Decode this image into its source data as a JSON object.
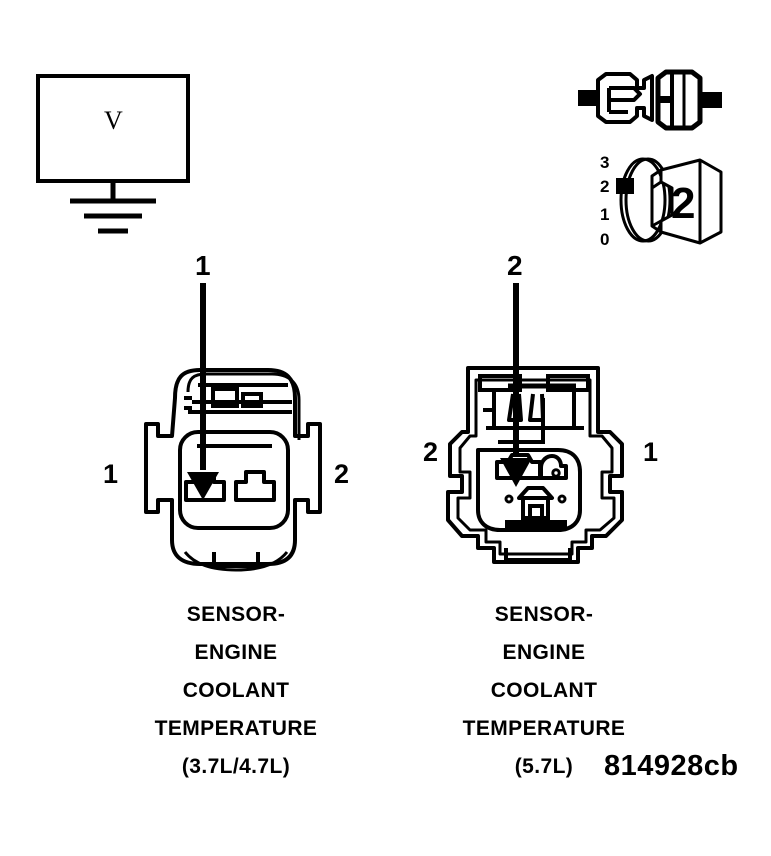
{
  "figure": {
    "code": "814928cb",
    "meter": {
      "symbol": "V",
      "name": "voltmeter"
    },
    "scale": {
      "ticks": [
        "3",
        "2",
        "1",
        "0"
      ],
      "selected": "2",
      "dial_value": "2"
    },
    "left_connector": {
      "arrow_label": "1",
      "pin_left": "1",
      "pin_right": "2",
      "caption": [
        "SENSOR-",
        "ENGINE",
        "COOLANT",
        "TEMPERATURE",
        "(3.7L/4.7L)"
      ]
    },
    "right_connector": {
      "arrow_label": "2",
      "pin_left": "2",
      "pin_right": "1",
      "caption": [
        "SENSOR-",
        "ENGINE",
        "COOLANT",
        "TEMPERATURE",
        "(5.7L)"
      ]
    },
    "colors": {
      "ink": "#000000",
      "paper": "#ffffff"
    }
  }
}
